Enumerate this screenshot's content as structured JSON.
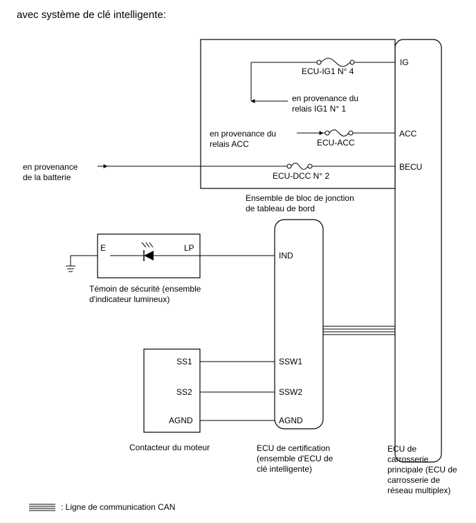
{
  "title": "avec système de clé intelligente:",
  "junction_block": {
    "name_lines": [
      "Ensemble de bloc de jonction",
      "de tableau de bord"
    ],
    "fuses": {
      "ig1": "ECU-IG1 N° 4",
      "acc": "ECU-ACC",
      "dcc": "ECU-DCC N° 2"
    },
    "ig1_relay_lines": [
      "en provenance du",
      "relais IG1 N° 1"
    ],
    "acc_relay_lines": [
      "en provenance du",
      "relais ACC"
    ]
  },
  "battery_lines": [
    "en provenance",
    "de la batterie"
  ],
  "main_body_ecu": {
    "pins": {
      "ig": "IG",
      "acc": "ACC",
      "becu": "BECU"
    },
    "name_lines": [
      "ECU de",
      "carrosserie",
      "principale (ECU de",
      "carrosserie de",
      "réseau multiplex)"
    ]
  },
  "security_indicator": {
    "pins": {
      "e": "E",
      "lp": "LP"
    },
    "name_lines": [
      "Témoin de sécurité (ensemble",
      "d'indicateur lumineux)"
    ]
  },
  "certification_ecu": {
    "pins": {
      "ind": "IND",
      "ssw1": "SSW1",
      "ssw2": "SSW2",
      "agnd": "AGND"
    },
    "name_lines": [
      "ECU de certification",
      "(ensemble d'ECU de",
      "clé intelligente)"
    ]
  },
  "engine_switch": {
    "pins": {
      "ss1": "SS1",
      "ss2": "SS2",
      "agnd": "AGND"
    },
    "name": "Contacteur du moteur"
  },
  "legend": {
    "label": ": Ligne de communication CAN"
  }
}
